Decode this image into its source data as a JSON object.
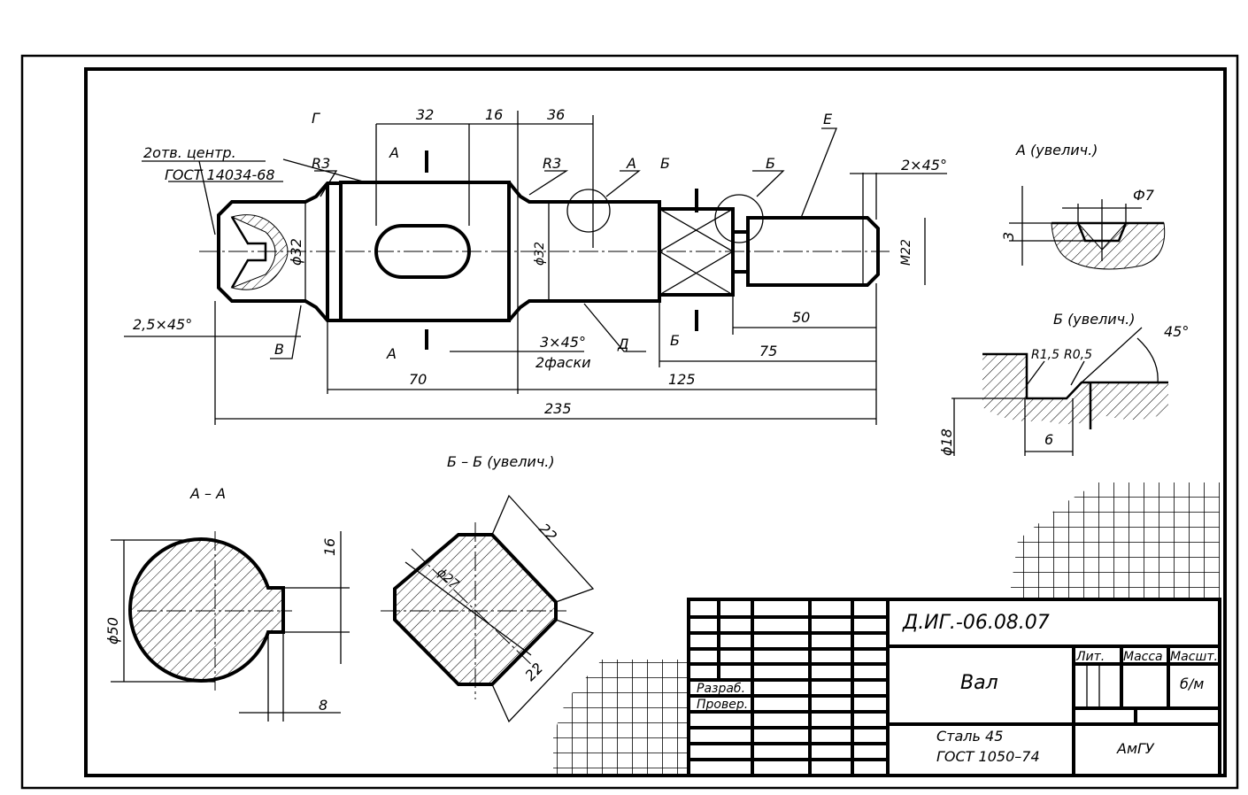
{
  "title_block": {
    "designation": "Д.ИГ.-06.08.07",
    "part_name": "Вал",
    "col_lit": "Лит.",
    "col_mass": "Масса",
    "col_scale": "Масшт.",
    "scale_value": "б/м",
    "role_developer": "Разраб.",
    "role_checker": "Провер.",
    "material_line1": "Сталь 45",
    "material_line2": "ГОСТ 1050–74",
    "organization": "АмГУ"
  },
  "main_view": {
    "center_holes_line1": "2отв. центр.",
    "center_holes_line2": "ГОСТ 14034-68",
    "label_G": "Г",
    "label_V": "В",
    "label_D": "Д",
    "label_E": "Е",
    "label_A_callout": "А",
    "label_B_callout": "Б",
    "r3_left": "R3",
    "r3_right": "R3",
    "section_A_top": "А",
    "section_A_bottom": "А",
    "section_B_top": "Б",
    "section_B_bottom": "Б",
    "dim_32": "32",
    "dim_16": "16",
    "dim_36": "36",
    "dim_chamfer_right": "2×45°",
    "dim_phi32_left": "ϕ32",
    "dim_phi32_right": "ϕ32",
    "dim_m22": "М22",
    "dim_chamfer_left": "2,5×45°",
    "dim_chamfer_mid": "3×45°",
    "dim_chamfer_mid_note": "2фаски",
    "dim_50": "50",
    "dim_75": "75",
    "dim_70": "70",
    "dim_125": "125",
    "dim_235": "235"
  },
  "detail_A": {
    "title": "А (увелич.)",
    "dim_phi7": "Ф7",
    "dim_3": "3"
  },
  "detail_B": {
    "title": "Б (увелич.)",
    "r15": "R1,5",
    "r05": "R0,5",
    "angle": "45°",
    "dim_phi18": "ϕ18",
    "dim_6": "6"
  },
  "section_AA": {
    "title": "А – А",
    "dim_phi50": "ϕ50",
    "dim_16": "16",
    "dim_8": "8"
  },
  "section_BB": {
    "title": "Б – Б (увелич.)",
    "dim_22a": "22",
    "dim_22b": "22",
    "dim_phi27": "ϕ27"
  }
}
